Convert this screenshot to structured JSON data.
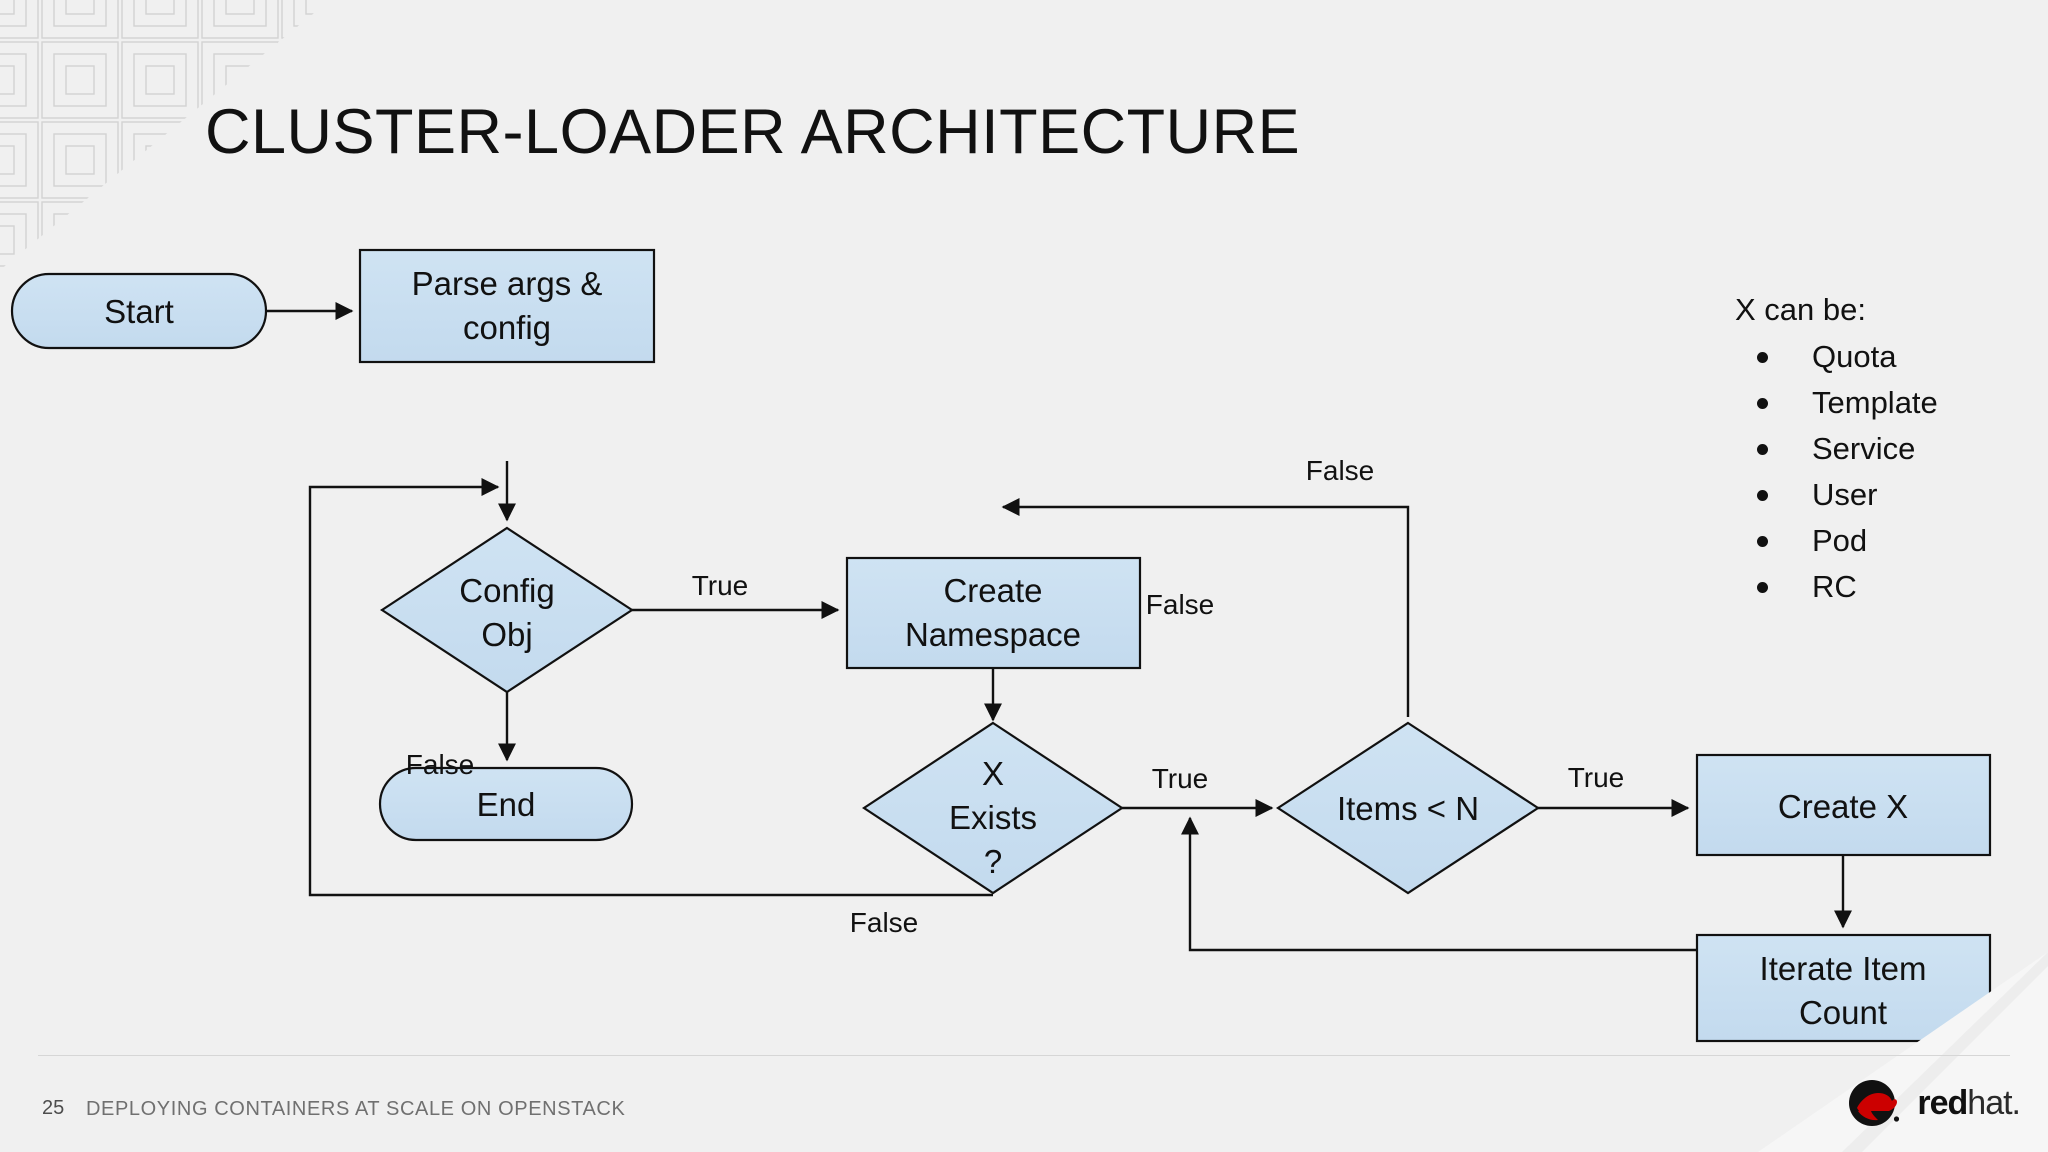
{
  "slide": {
    "title": "CLUSTER-LOADER ARCHITECTURE",
    "background_color": "#f0f0f0",
    "node_fill": "#c7dcef",
    "node_stroke": "#111111"
  },
  "diagram": {
    "type": "flowchart",
    "nodes": [
      {
        "id": "start",
        "label": "Start",
        "shape": "pill"
      },
      {
        "id": "parse",
        "label": "Parse args &",
        "label2": "config",
        "shape": "rect"
      },
      {
        "id": "configobj",
        "label": "Config",
        "label2": "Obj",
        "shape": "diamond"
      },
      {
        "id": "end",
        "label": "End",
        "shape": "pill"
      },
      {
        "id": "createns",
        "label": "Create",
        "label2": "Namespace",
        "shape": "rect"
      },
      {
        "id": "xexists",
        "label": "X",
        "label2": "Exists",
        "label3": "?",
        "shape": "diamond"
      },
      {
        "id": "itemslt",
        "label": "Items < N",
        "shape": "diamond"
      },
      {
        "id": "createx",
        "label": "Create X",
        "shape": "rect"
      },
      {
        "id": "iterate",
        "label": "Iterate Item",
        "label2": "Count",
        "shape": "rect"
      }
    ],
    "edges": [
      {
        "from": "start",
        "to": "parse",
        "label": ""
      },
      {
        "from": "parse",
        "to": "configobj",
        "label": ""
      },
      {
        "from": "configobj",
        "to": "createns",
        "label": "True"
      },
      {
        "from": "configobj",
        "to": "end",
        "label": "False"
      },
      {
        "from": "createns",
        "to": "xexists",
        "label": ""
      },
      {
        "from": "xexists",
        "to": "itemslt",
        "label": "True"
      },
      {
        "from": "xexists",
        "to": "parse",
        "label": "False"
      },
      {
        "from": "itemslt",
        "to": "createx",
        "label": "True"
      },
      {
        "from": "itemslt",
        "to": "xexists",
        "label": "False"
      },
      {
        "from": "createx",
        "to": "iterate",
        "label": ""
      },
      {
        "from": "iterate",
        "to": "xexists",
        "label": ""
      }
    ],
    "edge_labels": {
      "config_true": "True",
      "config_false": "False",
      "x_true": "True",
      "x_false": "False",
      "items_true": "True",
      "items_false": "False"
    }
  },
  "legend": {
    "title": "X can be:",
    "items": [
      "Quota",
      "Template",
      "Service",
      "User",
      "Pod",
      "RC"
    ]
  },
  "footer": {
    "page_number": "25",
    "deck_title": "DEPLOYING CONTAINERS AT SCALE ON OPENSTACK",
    "logo": {
      "brand_bold": "red",
      "brand_light": "hat.",
      "icon": "redhat-shadowman-icon"
    }
  }
}
